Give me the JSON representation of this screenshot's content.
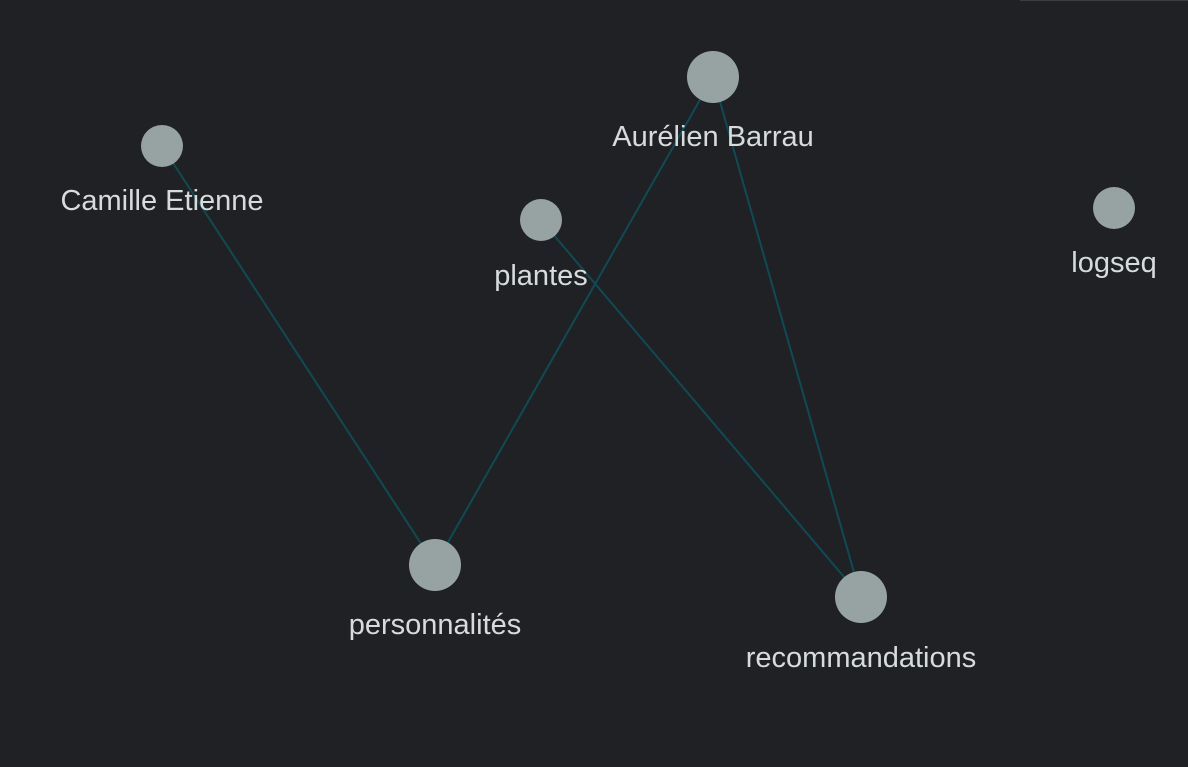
{
  "graph": {
    "background_color": "#202124",
    "edge_color": "#0f4a55",
    "node_color": "#97a3a3",
    "label_color": "#d7dbdb",
    "nodes": [
      {
        "id": "camille",
        "label": "Camille Etienne"
      },
      {
        "id": "aurelien",
        "label": "Aurélien Barrau"
      },
      {
        "id": "plantes",
        "label": "plantes"
      },
      {
        "id": "logseq",
        "label": "logseq"
      },
      {
        "id": "personnalites",
        "label": "personnalités"
      },
      {
        "id": "recommandations",
        "label": "recommandations"
      }
    ],
    "edges": [
      {
        "source": "camille",
        "target": "personnalites"
      },
      {
        "source": "aurelien",
        "target": "personnalites"
      },
      {
        "source": "aurelien",
        "target": "recommandations"
      },
      {
        "source": "plantes",
        "target": "recommandations"
      }
    ]
  }
}
